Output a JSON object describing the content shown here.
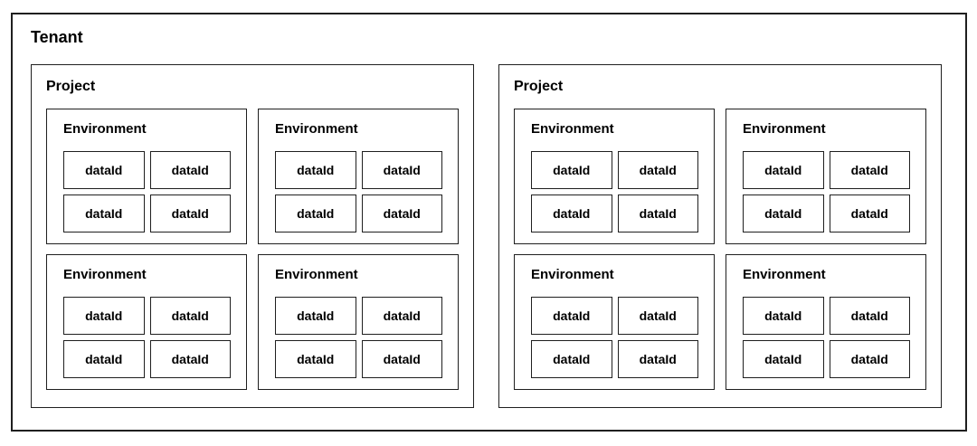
{
  "diagram": {
    "tenant": {
      "label": "Tenant",
      "projects": [
        {
          "label": "Project",
          "environments": [
            {
              "label": "Environment",
              "data_items": [
                "dataId",
                "dataId",
                "dataId",
                "dataId"
              ]
            },
            {
              "label": "Environment",
              "data_items": [
                "dataId",
                "dataId",
                "dataId",
                "dataId"
              ]
            },
            {
              "label": "Environment",
              "data_items": [
                "dataId",
                "dataId",
                "dataId",
                "dataId"
              ]
            },
            {
              "label": "Environment",
              "data_items": [
                "dataId",
                "dataId",
                "dataId",
                "dataId"
              ]
            }
          ]
        },
        {
          "label": "Project",
          "environments": [
            {
              "label": "Environment",
              "data_items": [
                "dataId",
                "dataId",
                "dataId",
                "dataId"
              ]
            },
            {
              "label": "Environment",
              "data_items": [
                "dataId",
                "dataId",
                "dataId",
                "dataId"
              ]
            },
            {
              "label": "Environment",
              "data_items": [
                "dataId",
                "dataId",
                "dataId",
                "dataId"
              ]
            },
            {
              "label": "Environment",
              "data_items": [
                "dataId",
                "dataId",
                "dataId",
                "dataId"
              ]
            }
          ]
        }
      ]
    },
    "colors": {
      "border": "#1f1f1f",
      "background": "#ffffff",
      "text": "#000000"
    }
  }
}
